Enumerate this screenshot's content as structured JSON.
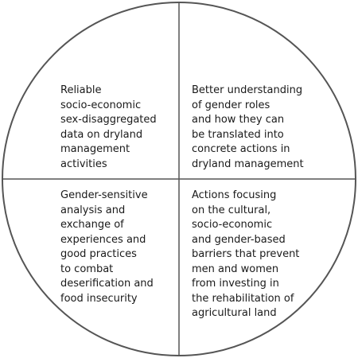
{
  "diagram": {
    "quadrants": {
      "top_left": "Reliable\nsocio-economic\nsex-disaggregated\ndata on dryland\nmanagement\nactivities",
      "top_right": "Better understanding\nof gender roles\nand how they can\nbe translated into\nconcrete actions in\ndryland management",
      "bottom_left": "Gender-sensitive\nanalysis and\nexchange of\nexperiences and\ngood practices\nto combat\ndeserification and\nfood insecurity",
      "bottom_right": "Actions focusing\non the cultural,\nsocio-economic\nand gender-based\nbarriers that prevent\nmen and women\nfrom investing in\nthe rehabilitation of\nagricultural land"
    },
    "colors": {
      "fill": "#ffffff",
      "stroke": "#555555",
      "text": "#1a1a1a"
    }
  }
}
